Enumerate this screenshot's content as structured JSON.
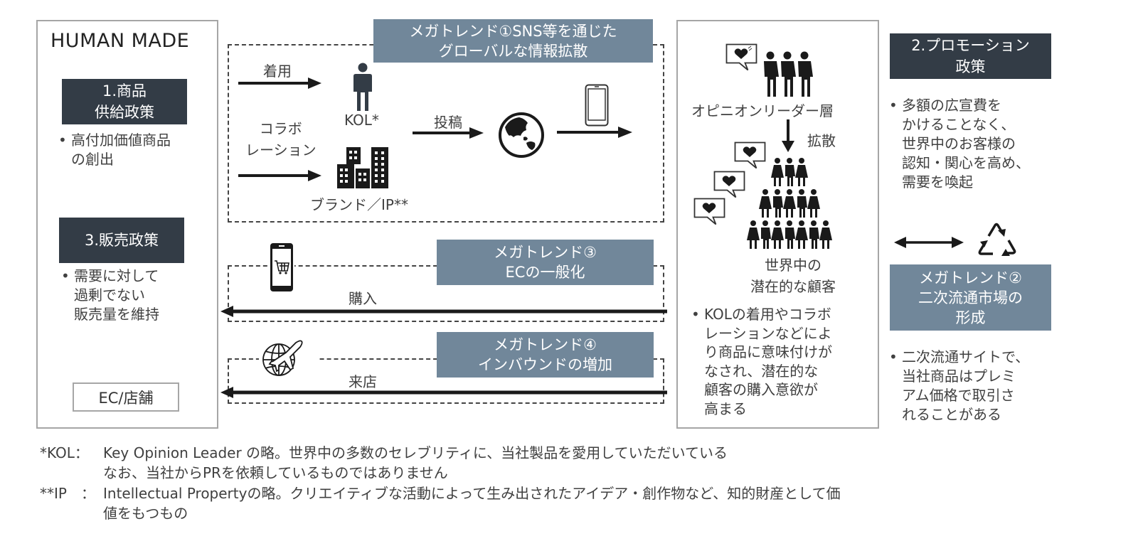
{
  "company": {
    "name": "HUMAN MADE"
  },
  "policies": {
    "supply": {
      "title_lines": [
        "1.商品",
        "供給政策"
      ],
      "bullet_lines": [
        "高付加価値商品",
        "の創出"
      ]
    },
    "sales": {
      "title_lines": [
        "3.販売政策"
      ],
      "bullet_lines": [
        "需要に対して",
        "過剰でない",
        "販売量を維持"
      ]
    },
    "promotion": {
      "title_lines": [
        "2.プロモーション",
        "政策"
      ],
      "bullet_lines": [
        "多額の広宣費を",
        "かけることなく、",
        "世界中のお客様の",
        "認知・関心を高め、",
        "需要を喚起"
      ]
    }
  },
  "channel": {
    "label": "EC/店舗"
  },
  "megatrends": {
    "m1": {
      "lines": [
        "メガトレンド①SNS等を通じた",
        "グローバルな情報拡散"
      ]
    },
    "m2": {
      "lines": [
        "メガトレンド②",
        "二次流通市場の",
        "形成"
      ]
    },
    "m3": {
      "lines": [
        "メガトレンド③",
        "ECの一般化"
      ]
    },
    "m4": {
      "lines": [
        "メガトレンド④",
        "インバウンドの増加"
      ]
    }
  },
  "flow": {
    "wear_label": "着用",
    "collab_lines": [
      "コラボ",
      "レーション"
    ],
    "kol_label": "KOL*",
    "brand_label": "ブランド／IP**",
    "post_label": "投稿",
    "purchase_label": "購入",
    "visit_label": "来店"
  },
  "audience": {
    "leaders_label": "オピニオンリーダー層",
    "spread_label": "拡散",
    "customers_lines": [
      "世界中の",
      "潜在的な顧客"
    ],
    "bullet_lines": [
      "KOLの着用やコラボ",
      "レーションなどによ",
      "り商品に意味付けが",
      "なされ、潜在的な",
      "顧客の購入意欲が",
      "高まる"
    ]
  },
  "secondary_market": {
    "bullet_lines": [
      "二次流通サイトで、",
      "当社商品はプレミ",
      "アム価格で取引さ",
      "れることがある"
    ]
  },
  "bullet_char": "•",
  "icons": {
    "person": "person-icon",
    "buildings": "buildings-icon",
    "globe": "globe-icon",
    "smartphone": "smartphone-icon",
    "cart_phone": "shopping-cart-phone-icon",
    "plane_globe": "plane-globe-icon",
    "group": "people-group-icon",
    "heart_bubble": "heart-speech-bubble-icon",
    "recycle": "recycle-icon"
  },
  "footnotes": [
    {
      "key": "*KOL：",
      "lines": [
        "Key Opinion Leader の略。世界中の多数のセレブリティに、当社製品を愛用していただいている",
        "なお、当社からPRを依頼しているものではありません"
      ]
    },
    {
      "key": "**IP　：",
      "lines": [
        "Intellectual Propertyの略。クリエイティブな活動によって生み出されたアイデア・創作物など、知的財産として価",
        "値をもつもの"
      ]
    }
  ],
  "colors": {
    "dark_box": "#333c46",
    "trend_box": "#71879a",
    "panel_border": "#a6a6a6",
    "ink": "#1a1a1a"
  }
}
